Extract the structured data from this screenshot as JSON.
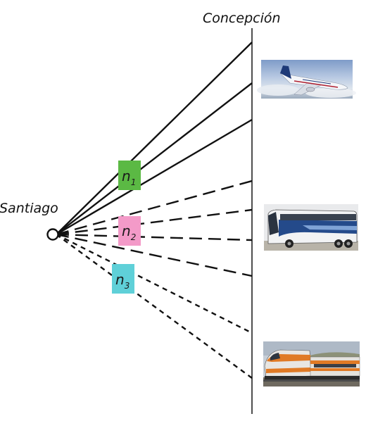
{
  "origin": {
    "label": "Santiago"
  },
  "destination": {
    "label": "Concepción"
  },
  "groups": [
    {
      "symbol": "n",
      "index": "1",
      "color": "#5bb944",
      "line_style": "solid",
      "transport": "airplane"
    },
    {
      "symbol": "n",
      "index": "2",
      "color": "#f39ac8",
      "line_style": "long-dash",
      "transport": "bus"
    },
    {
      "symbol": "n",
      "index": "3",
      "color": "#5fd0d8",
      "line_style": "short-dash",
      "transport": "train"
    }
  ]
}
